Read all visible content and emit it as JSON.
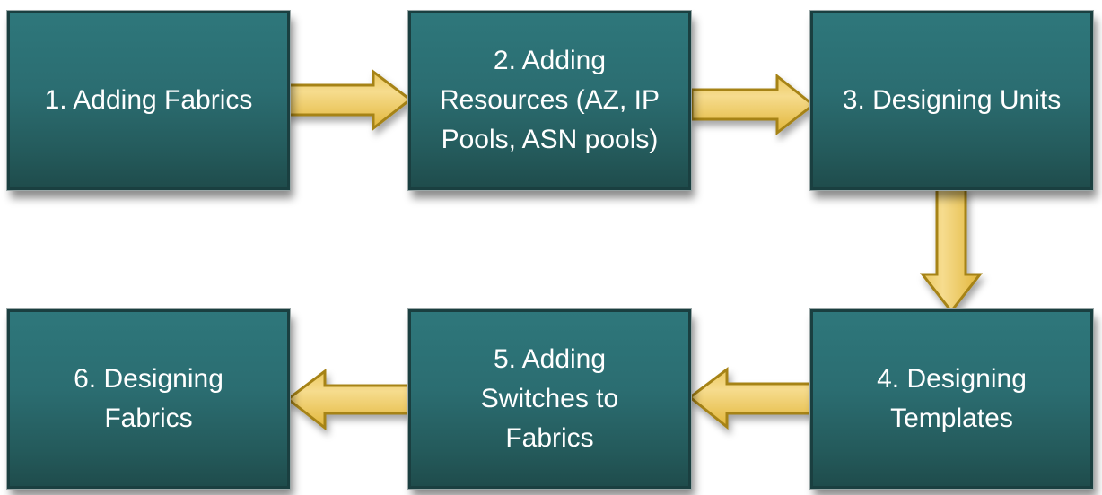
{
  "diagram": {
    "type": "process-flow",
    "steps": [
      {
        "id": 1,
        "label": "1. Adding Fabrics"
      },
      {
        "id": 2,
        "label": "2. Adding\nResources (AZ, IP\nPools, ASN pools)"
      },
      {
        "id": 3,
        "label": "3. Designing Units"
      },
      {
        "id": 4,
        "label": "4. Designing\nTemplates"
      },
      {
        "id": 5,
        "label": "5. Adding\nSwitches to\nFabrics"
      },
      {
        "id": 6,
        "label": "6. Designing\nFabrics"
      }
    ],
    "connections": [
      {
        "from": 1,
        "to": 2,
        "direction": "right"
      },
      {
        "from": 2,
        "to": 3,
        "direction": "right"
      },
      {
        "from": 3,
        "to": 4,
        "direction": "down"
      },
      {
        "from": 4,
        "to": 5,
        "direction": "left"
      },
      {
        "from": 5,
        "to": 6,
        "direction": "left"
      }
    ],
    "colors": {
      "box_fill_top": "#2e777b",
      "box_fill_bottom": "#1f4c4c",
      "box_border": "#1a3f40",
      "box_text": "#ffffff",
      "arrow_fill_light": "#f6dc8e",
      "arrow_fill_dark": "#e2b63a",
      "arrow_stroke": "#a68314"
    }
  }
}
